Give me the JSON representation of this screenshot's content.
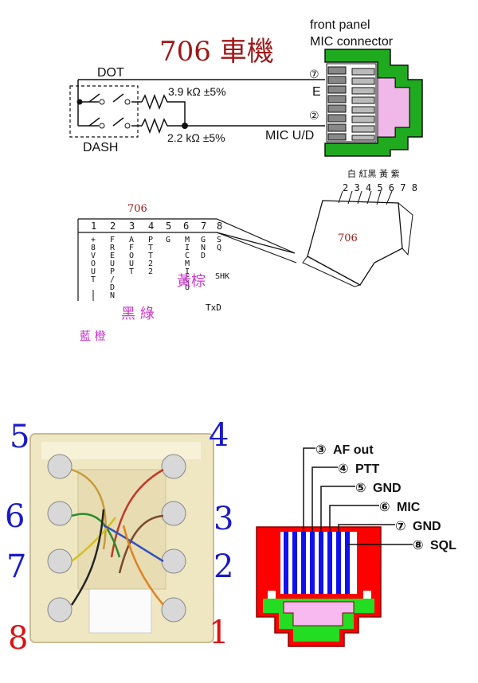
{
  "top_diagram": {
    "title": "706 車機",
    "connector_label_line1": "front panel",
    "connector_label_line2": "MIC connector",
    "dot_label": "DOT",
    "dash_label": "DASH",
    "r1_label": "3.9 kΩ ±5%",
    "r2_label": "2.2 kΩ ±5%",
    "pin7_mark": "⑦",
    "pin7_name": "E",
    "pin2_mark": "②",
    "pin2_name": "MIC U/D",
    "colors": {
      "title": "#a01818",
      "connector_outer": "#1faa1f",
      "connector_inner": "#f0b8e8"
    }
  },
  "sketch": {
    "title": "706",
    "numbers": [
      "1",
      "2",
      "3",
      "4",
      "5",
      "6",
      "7",
      "8"
    ],
    "col1": [
      "+",
      "8",
      "V",
      "O",
      "U",
      "T"
    ],
    "col2": [
      "F",
      "R",
      "E",
      "U",
      "P",
      "/",
      "D",
      "N"
    ],
    "col3": [
      "A",
      "F",
      "O",
      "U",
      "T"
    ],
    "col4": [
      "P",
      "T",
      "T",
      "2",
      "2"
    ],
    "col5": [
      "G"
    ],
    "col6": [
      "M",
      "I",
      "C",
      "M",
      "I",
      "C",
      "U"
    ],
    "col7": [
      "G",
      "N",
      "D"
    ],
    "col8": [
      "S",
      "Q"
    ],
    "side_text": "SHK",
    "txd": "TxD",
    "cn_blue_orange": "藍 橙",
    "cn_black_green": "黑 綠",
    "cn_yellow_brown": "黃棕",
    "plug_label": "706",
    "top_chars": "白 紅黑 黃 紫",
    "plug_numbers": "2 3 4 5 6 7 8"
  },
  "photo": {
    "num5": "5",
    "num4": "4",
    "num6": "6",
    "num3": "3",
    "num7": "7",
    "num2": "2",
    "num8": "8",
    "num1": "1"
  },
  "pinout": {
    "labels": [
      {
        "mark": "③",
        "text": "AF out"
      },
      {
        "mark": "④",
        "text": "PTT"
      },
      {
        "mark": "⑤",
        "text": "GND"
      },
      {
        "mark": "⑥",
        "text": "MIC"
      },
      {
        "mark": "⑦",
        "text": "GND"
      },
      {
        "mark": "⑧",
        "text": "SQL"
      }
    ],
    "colors": {
      "outer": "#ff0000",
      "green": "#22dd22",
      "pink": "#f8b8f0",
      "pins": "#1010ee"
    }
  }
}
